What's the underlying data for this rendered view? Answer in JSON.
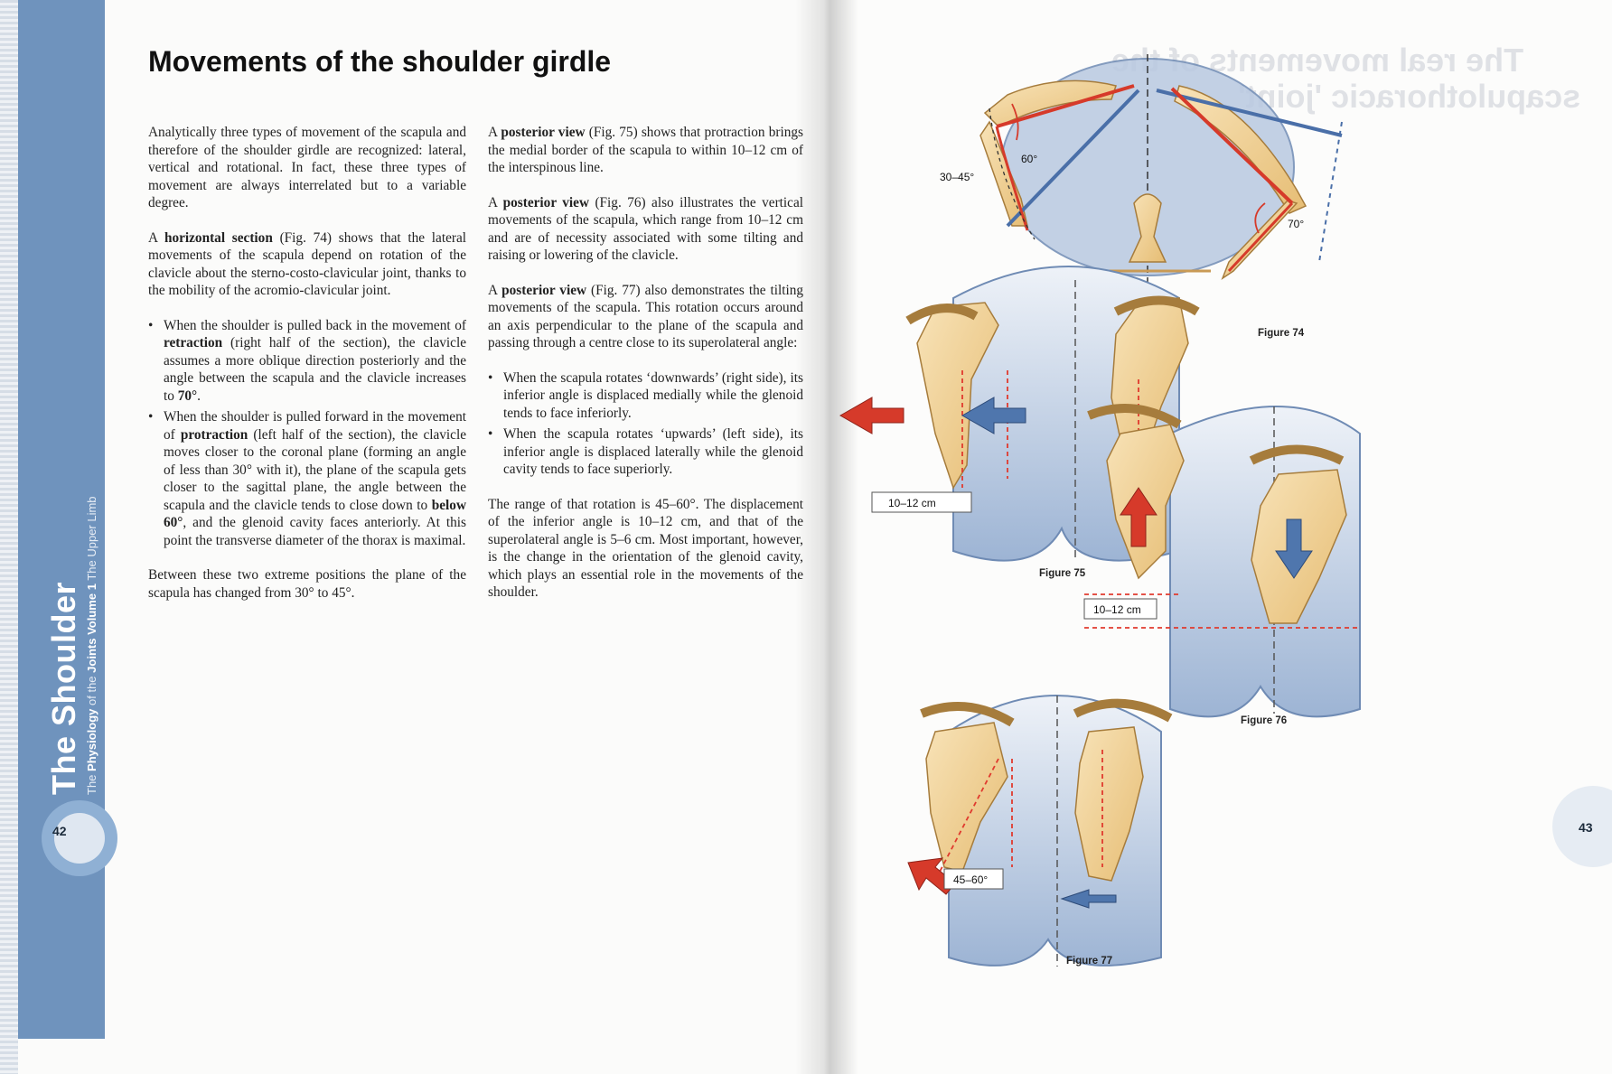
{
  "book": {
    "side_title": "The Shoulder",
    "side_subtitle_parts": [
      "The",
      "Physiology",
      "of the",
      "Joints",
      "Volume 1",
      "The Upper Limb"
    ],
    "page_left": "42",
    "page_right": "43",
    "ghost_title_line1": "The real movements of the",
    "ghost_title_line2": "scapulothoracic 'joint'"
  },
  "page_title": "Movements of the shoulder girdle",
  "col1": {
    "p1": "Analytically three types of movement of the scapula and therefore of the shoulder girdle are recognized: lateral, vertical and rotational. In fact, these three types of movement are always interrelated but to a variable degree.",
    "p2_pre": "A ",
    "p2_bold": "horizontal section",
    "p2_post": " (Fig. 74) shows that the lateral movements of the scapula depend on rotation of the clavicle about the sterno-costo-clavicular joint, thanks to the mobility of the acromio-clavicular joint.",
    "b1_pre": "When the shoulder is pulled back in the movement of ",
    "b1_bold1": "retraction",
    "b1_mid": " (right half of the section), the clavicle assumes a more oblique direction posteriorly and the angle between the scapula and the clavicle increases to ",
    "b1_bold2": "70°",
    "b1_post": ".",
    "b2_pre": "When the shoulder is pulled forward in the movement of ",
    "b2_bold1": "protraction",
    "b2_mid": " (left half of the section), the clavicle moves closer to the coronal plane (forming an angle of less than 30° with it), the plane of the scapula gets closer to the sagittal plane, the angle between the scapula and the clavicle tends to close down to ",
    "b2_bold2": "below 60°",
    "b2_post": ", and the glenoid cavity faces anteriorly. At this point the transverse diameter of the thorax is maximal.",
    "p3": "Between these two extreme positions the plane of the scapula has changed from 30° to 45°."
  },
  "col2": {
    "p1_pre": "A ",
    "p1_bold": "posterior view",
    "p1_post": " (Fig. 75) shows that protraction brings the medial border of the scapula to within 10–12 cm of the interspinous line.",
    "p2_pre": "A ",
    "p2_bold": "posterior view",
    "p2_post": " (Fig. 76) also illustrates the vertical movements of the scapula, which range from 10–12 cm and are of necessity associated with some tilting and raising or lowering of the clavicle.",
    "p3_pre": "A ",
    "p3_bold": "posterior view",
    "p3_post": " (Fig. 77) also demonstrates the tilting movements of the scapula. This rotation occurs around an axis perpendicular to the plane of the scapula and passing through a centre close to its superolateral angle:",
    "b1": "When the scapula rotates ‘downwards’ (right side), its inferior angle is displaced medially while the glenoid tends to face inferiorly.",
    "b2": "When the scapula rotates ‘upwards’ (left side), its inferior angle is displaced laterally while the glenoid cavity tends to face superiorly.",
    "p4": "The range of that rotation is 45–60°. The displacement of the inferior angle is 10–12 cm, and that of the superolateral angle is 5–6 cm. Most important, however, is the change in the orientation of the glenoid cavity, which plays an essential role in the movements of the shoulder."
  },
  "figures": {
    "fig74": {
      "caption": "Figure 74",
      "angle_left": "60°",
      "angle_right": "70°",
      "range": "30–45°"
    },
    "fig75": {
      "caption": "Figure 75",
      "measure": "10–12 cm"
    },
    "fig76": {
      "caption": "Figure 76",
      "measure": "10–12 cm"
    },
    "fig77": {
      "caption": "Figure 77",
      "measure": "45–60°"
    }
  },
  "colors": {
    "side_band": "#6f93bd",
    "thorax": "#9fb6d6",
    "bone": "#f0cf94",
    "bone_edge": "#b38a4a",
    "red_arrow": "#d63a2a",
    "blue_arrow": "#4f76ad",
    "dashed_red": "#e03a2e"
  }
}
